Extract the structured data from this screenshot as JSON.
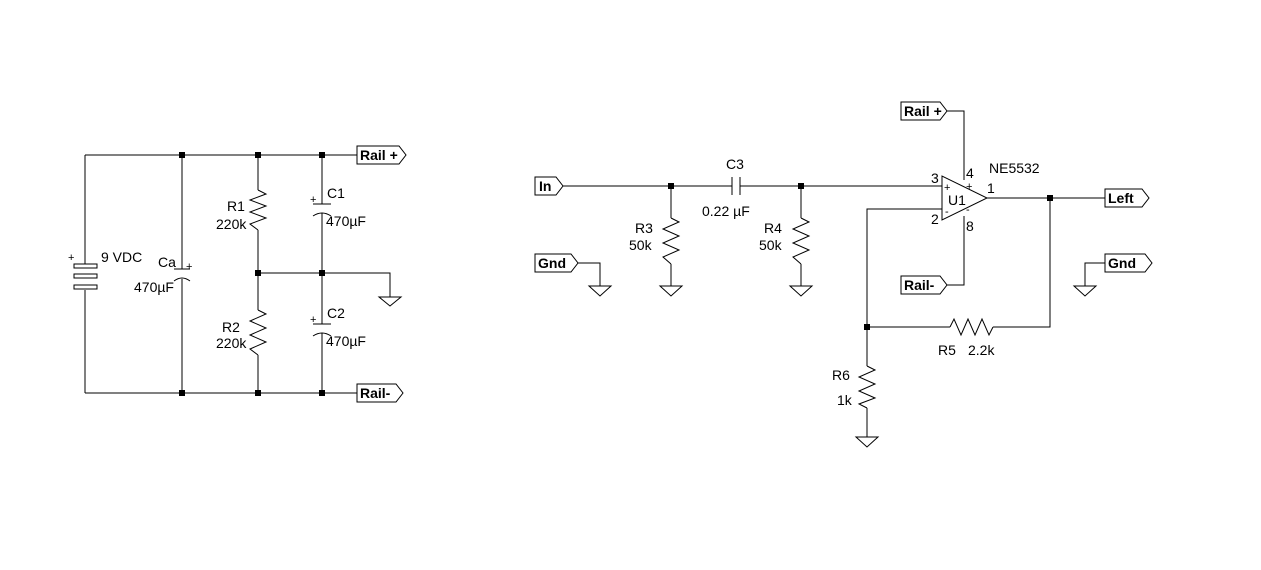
{
  "supply": {
    "battery": {
      "label": "9 VDC",
      "polarity": "+"
    },
    "ca": {
      "ref": "Ca",
      "value": "470µF",
      "polarity": "+"
    },
    "r1": {
      "ref": "R1",
      "value": "220k"
    },
    "r2": {
      "ref": "R2",
      "value": "220k"
    },
    "c1": {
      "ref": "C1",
      "value": "470µF",
      "polarity": "+"
    },
    "c2": {
      "ref": "C2",
      "value": "470µF",
      "polarity": "+"
    },
    "rail_plus": "Rail +",
    "rail_minus": "Rail-"
  },
  "amp": {
    "input": "In",
    "gnd_left": "Gnd",
    "gnd_right": "Gnd",
    "output": "Left",
    "rail_plus": "Rail +",
    "rail_minus": "Rail-",
    "c3": {
      "ref": "C3",
      "value": "0.22 µF"
    },
    "r3": {
      "ref": "R3",
      "value": "50k"
    },
    "r4": {
      "ref": "R4",
      "value": "50k"
    },
    "r5": {
      "ref": "R5",
      "value": "2.2k"
    },
    "r6": {
      "ref": "R6",
      "value": "1k"
    },
    "u1": {
      "ref": "U1",
      "part": "NE5532",
      "pin_noninv": "3",
      "pin_inv": "2",
      "pin_out": "1",
      "pin_vplus": "4",
      "pin_vminus": "8",
      "sign_plus": "+",
      "sign_minus": "-"
    }
  }
}
